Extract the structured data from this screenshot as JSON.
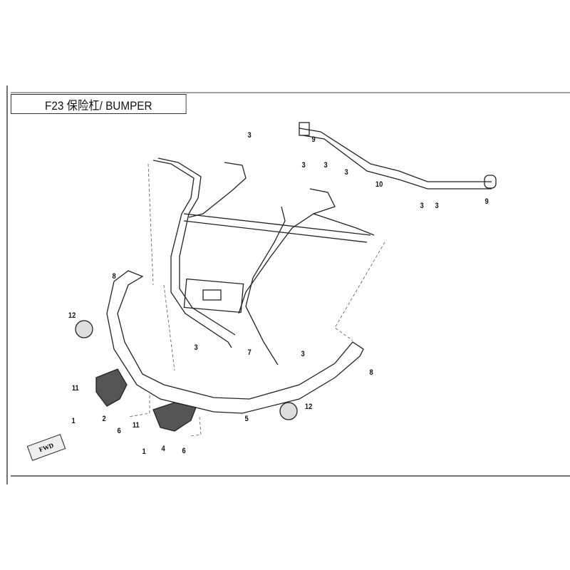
{
  "title": "F23 保险杠/ BUMPER",
  "fwd_label": "FWD",
  "callouts": [
    "3",
    "3",
    "3",
    "3",
    "3",
    "3",
    "3",
    "3",
    "9",
    "9",
    "10",
    "8",
    "8",
    "12",
    "12",
    "7",
    "5",
    "11",
    "11",
    "2",
    "1",
    "6",
    "4",
    "1",
    "6"
  ]
}
